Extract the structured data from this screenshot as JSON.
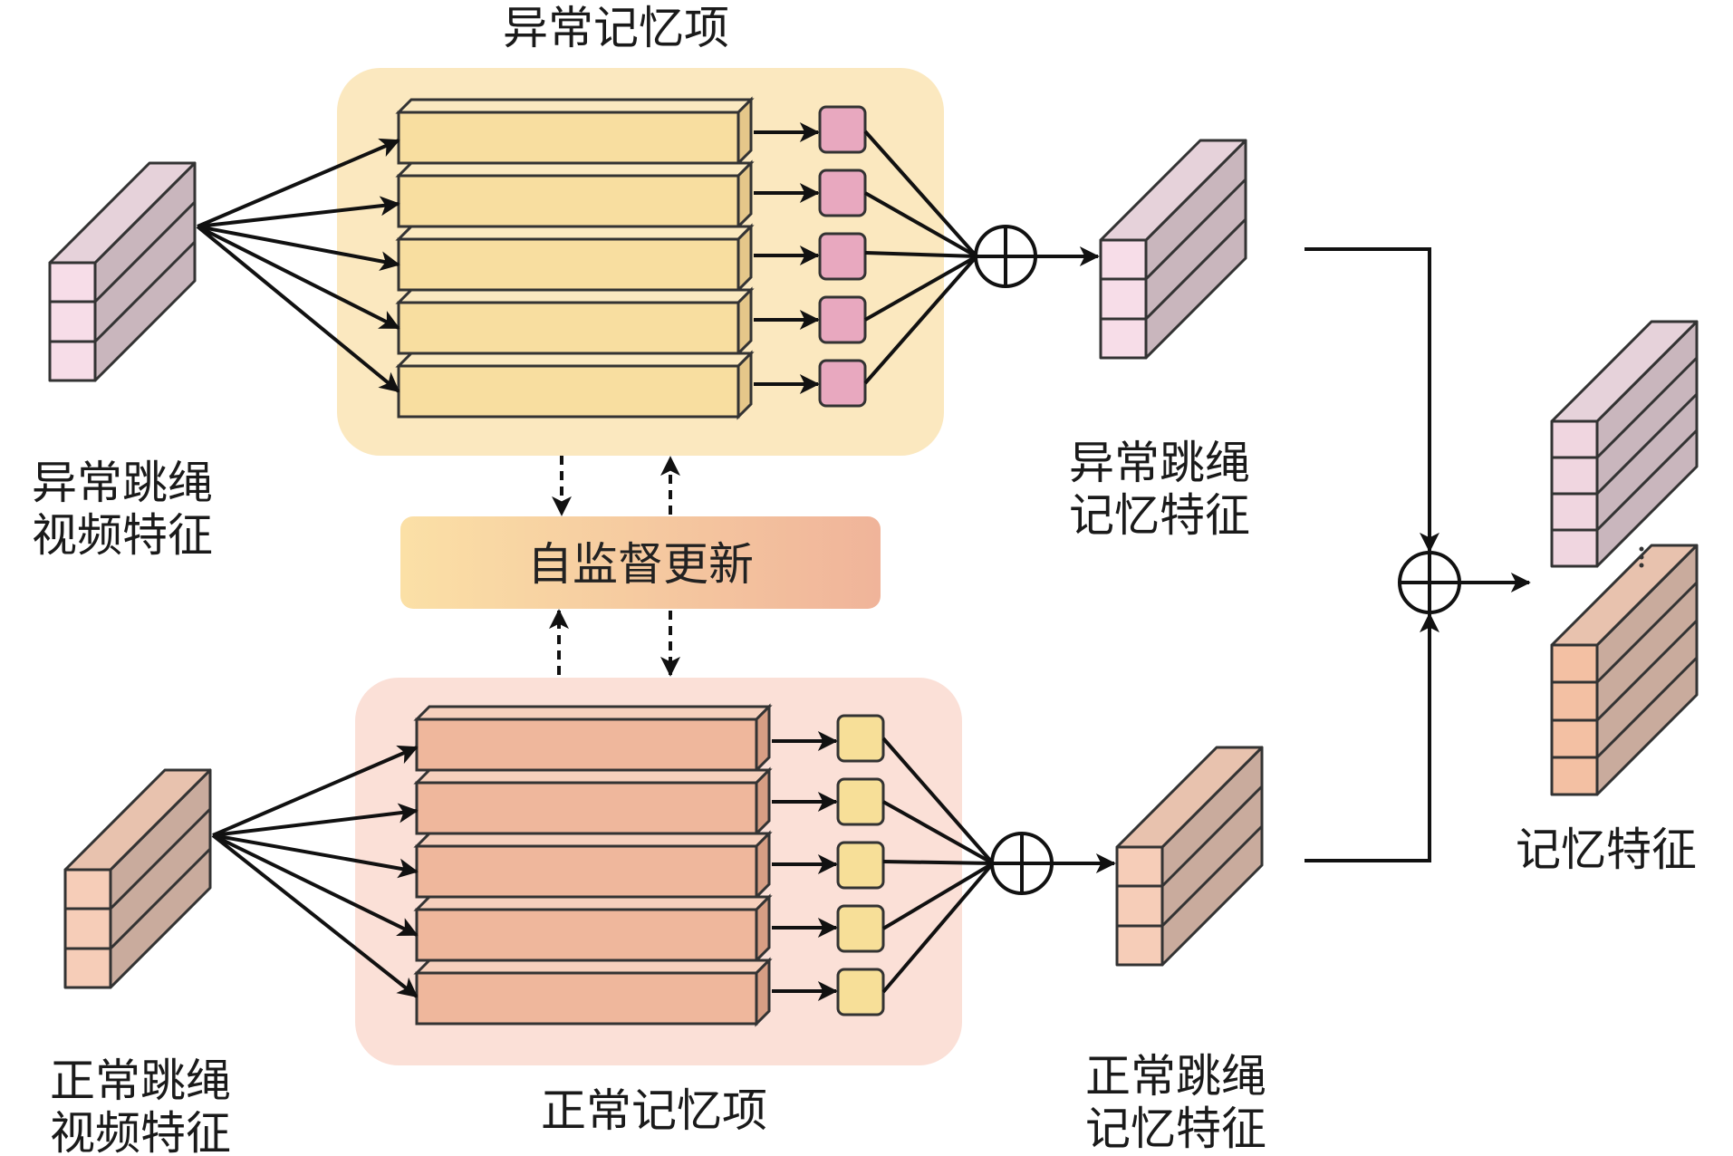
{
  "labels": {
    "abnormal_memory_items": "异常记忆项",
    "normal_memory_items": "正常记忆项",
    "self_supervised_update": "自监督更新",
    "abnormal_video_feature": [
      "异常跳绳",
      "视频特征"
    ],
    "normal_video_feature": [
      "正常跳绳",
      "视频特征"
    ],
    "abnormal_memory_feature": [
      "异常跳绳",
      "记忆特征"
    ],
    "normal_memory_feature": [
      "正常跳绳",
      "记忆特征"
    ],
    "memory_feature": "记忆特征"
  },
  "colors": {
    "abnormal_panel": "#fbe8bf",
    "normal_panel": "#fbe0d7",
    "abnormal_bar": "#f8dea0",
    "normal_bar": "#efb79c",
    "abnormal_weight": "#e8a8bf",
    "normal_weight": "#f7df98",
    "update_left": "#fbe0a6",
    "update_right": "#f0b49a",
    "abnormal_cube_front": "#f7dde8",
    "abnormal_cube_side": "#c9b6bd",
    "normal_cube_front": "#f6cdb8",
    "normal_cube_side": "#c9ab9d"
  },
  "operators": {
    "sum_symbol": "⊕"
  }
}
